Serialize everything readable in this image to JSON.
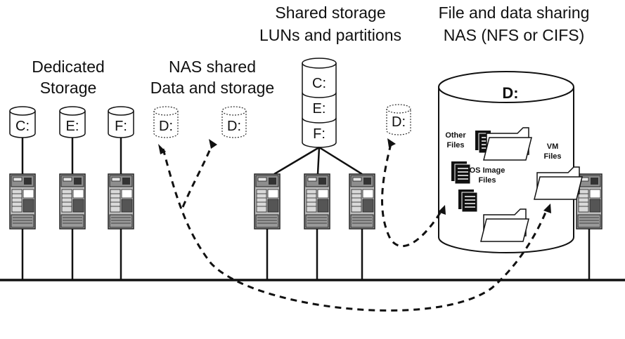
{
  "headings": {
    "dedicated_line1": "Dedicated",
    "dedicated_line2": "Storage",
    "nas_shared_line1": "NAS shared",
    "nas_shared_line2": "Data and storage",
    "shared_storage_line1": "Shared storage",
    "shared_storage_line2": "LUNs and partitions",
    "file_sharing_line1": "File and data sharing",
    "file_sharing_line2": "NAS (NFS or CIFS)"
  },
  "drives": {
    "c": "C:",
    "e": "E:",
    "f": "F:",
    "d": "D:"
  },
  "nas_volume": {
    "label": "D:",
    "other_files_line1": "Other",
    "other_files_line2": "Files",
    "os_image_line1": "OS Image",
    "os_image_line2": "Files",
    "vm_files_line1": "VM",
    "vm_files_line2": "Files"
  }
}
